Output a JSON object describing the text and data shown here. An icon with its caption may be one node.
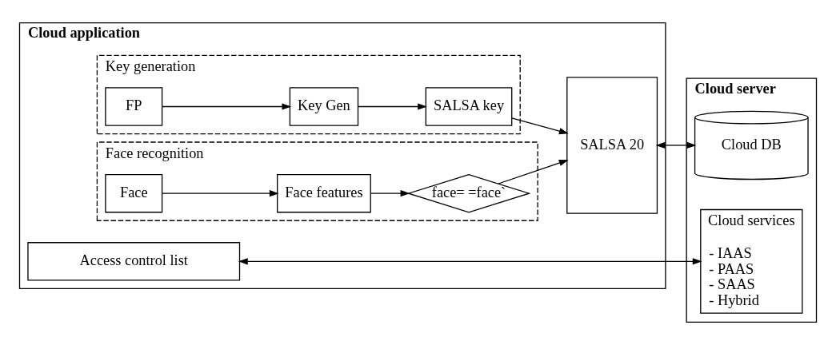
{
  "diagram": {
    "nodes": [
      {
        "text": [
          "Cloud application"
        ]
      },
      {
        "text": [
          "Key generation"
        ],
        "in": 0
      },
      {
        "text": [
          "FP"
        ],
        "in": 1
      },
      {
        "text": [
          "Key Gen"
        ],
        "in": 1
      },
      {
        "text": [
          "SALSA key"
        ],
        "in": 1
      },
      {
        "text": [
          "Face recognition"
        ],
        "in": 0
      },
      {
        "text": [
          "Face"
        ],
        "in": 5
      },
      {
        "text": [
          "Face features"
        ],
        "in": 5
      },
      {
        "text": [
          "face= =face`"
        ],
        "in": 5
      },
      {
        "text": [
          "SALSA 20"
        ],
        "in": 0
      },
      {
        "text": [
          "Access control list"
        ],
        "in": 0
      },
      {
        "text": [
          "Cloud server"
        ]
      },
      {
        "text": [
          "Cloud DB"
        ],
        "in": 11
      },
      {
        "text": [
          "Cloud services",
          "- IAAS",
          "- PAAS",
          "- SAAS",
          "- Hybrid"
        ],
        "in": 11
      }
    ],
    "edges": [
      {
        "from": 2,
        "to": 3,
        "arrow": "to"
      },
      {
        "from": 3,
        "to": 4,
        "arrow": "to"
      },
      {
        "from": 4,
        "to": 9,
        "arrow": "to"
      },
      {
        "from": 6,
        "to": 7,
        "arrow": "to"
      },
      {
        "from": 7,
        "to": 8,
        "arrow": "to"
      },
      {
        "from": 8,
        "to": 9,
        "arrow": "to"
      },
      {
        "from": 9,
        "to": 12,
        "arrow": "both"
      },
      {
        "from": 10,
        "to": 13,
        "arrow": "both"
      }
    ]
  }
}
